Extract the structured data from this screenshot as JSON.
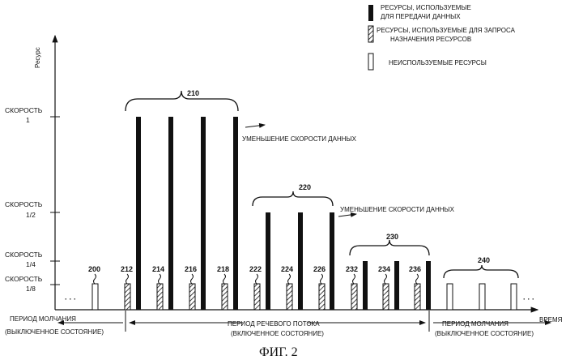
{
  "figure": {
    "caption": "ФИГ. 2",
    "y_axis_title": "Ресурс",
    "x_axis_title": "ВРЕМЯ",
    "colors": {
      "ink": "#111111",
      "paper": "#ffffff"
    }
  },
  "legend": {
    "data": "РЕСУРСЫ, ИСПОЛЬЗУЕМЫЕ ДЛЯ ПЕРЕДАЧИ ДАННЫХ",
    "request": "РЕСУРСЫ, ИСПОЛЬЗУЕМЫЕ ДЛЯ ЗАПРОСА НАЗНАЧЕНИЯ РЕСУРСОВ",
    "unused": "НЕИСПОЛЬЗУЕМЫЕ РЕСУРСЫ"
  },
  "y_levels": [
    {
      "word": "СКОРОСТЬ",
      "value": "1"
    },
    {
      "word": "СКОРОСТЬ",
      "value": "1/2"
    },
    {
      "word": "СКОРОСТЬ",
      "value": "1/4"
    },
    {
      "word": "СКОРОСТЬ",
      "value": "1/8"
    }
  ],
  "groups": {
    "g210": "210",
    "g220": "220",
    "g230": "230",
    "g240": "240"
  },
  "annotations": {
    "rate_decrease_1": "УМЕНЬШЕНИЕ СКОРОСТИ ДАННЫХ",
    "rate_decrease_2": "УМЕНЬШЕНИЕ СКОРОСТИ ДАННЫХ",
    "ellipsis_left": "· · ·",
    "ellipsis_right": "· · ·"
  },
  "periods": {
    "silence_left_1": "ПЕРИОД МОЛЧАНИЯ",
    "silence_left_2": "(ВЫКЛЮЧЕННОЕ СОСТОЯНИЕ)",
    "speech_1": "ПЕРИОД РЕЧЕВОГО ПОТОКА",
    "speech_2": "(ВКЛЮЧЕННОЕ СОСТОЯНИЕ)",
    "silence_right_1": "ПЕРИОД МОЛЧАНИЯ",
    "silence_right_2": "(ВЫКЛЮЧЕННОЕ СОСТОЯНИЕ)"
  },
  "frame_labels": {
    "f200": "200",
    "f212": "212",
    "f214": "214",
    "f216": "216",
    "f218": "218",
    "f222": "222",
    "f224": "224",
    "f226": "226",
    "f232": "232",
    "f234": "234",
    "f236": "236"
  }
}
